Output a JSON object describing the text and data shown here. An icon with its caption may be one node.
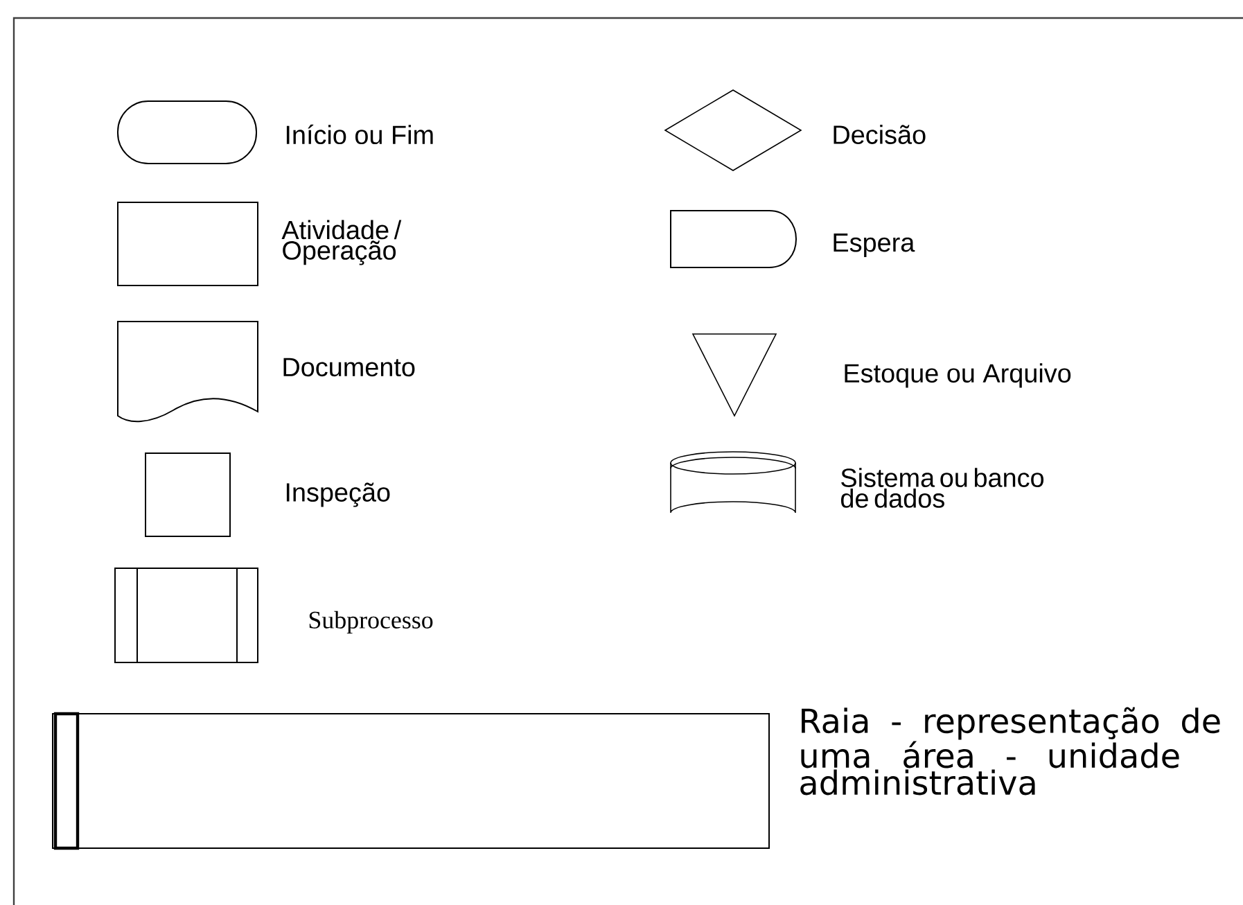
{
  "diagram": {
    "nodes": [
      {
        "text": [],
        "shape": "terminal",
        "beside": [
          "Início ou Fim"
        ]
      },
      {
        "text": [],
        "shape": "box",
        "beside": [
          "Atividade / Operação"
        ]
      },
      {
        "text": [],
        "shape": "document",
        "beside": [
          "Documento"
        ]
      },
      {
        "text": [],
        "shape": "box",
        "beside": [
          "Inspeção"
        ]
      },
      {
        "text": [],
        "shape": "subprocess",
        "beside": [
          "Subprocesso"
        ]
      },
      {
        "text": [],
        "shape": "diamond",
        "beside": [
          "Decisão"
        ]
      },
      {
        "text": [],
        "shape": "delay",
        "beside": [
          "Espera"
        ]
      },
      {
        "text": [],
        "shape": "triangle",
        "beside": [
          "Estoque ou Arquivo"
        ]
      },
      {
        "text": [],
        "shape": "cylinder",
        "beside": [
          "Sistema ou banco de dados"
        ]
      },
      {
        "text": [],
        "shape": "lane",
        "beside": [
          "Raia - representação de uma área - unidade administrativa"
        ]
      }
    ]
  }
}
